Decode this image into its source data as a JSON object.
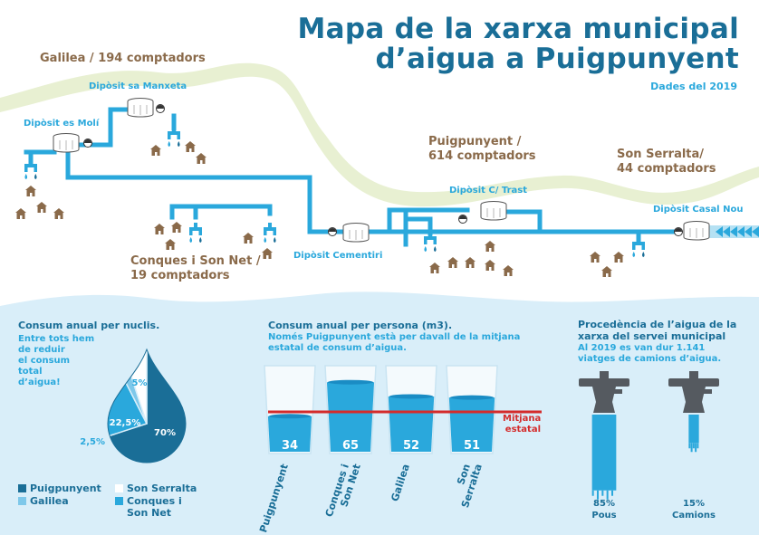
{
  "title": {
    "line1": "Mapa de la xarxa municipal",
    "line2": "d’aigua a Puigpunyent",
    "subtitle": "Dades del 2019"
  },
  "colors": {
    "dark_blue": "#1a6e97",
    "mid_blue": "#2d8fc2",
    "light_blue": "#2aa8dc",
    "pale_blue": "#d9eef9",
    "brown": "#8a6a4a",
    "red": "#d42b2b"
  },
  "map": {
    "areas": {
      "galilea": "Galilea / 194 comptadors",
      "puigpunyent_1": "Puigpunyent /",
      "puigpunyent_2": "614 comptadors",
      "son_serralta_1": "Son Serralta/",
      "son_serralta_2": "44 comptadors",
      "conques_1": "Conques i Son Net /",
      "conques_2": "19 comptadors"
    },
    "tanks": {
      "sa_manxeta": "Dipòsit sa Manxeta",
      "es_moli": "Dipòsit es Molí",
      "c_trast": "Dipòsit C/ Trast",
      "casal_nou": "Dipòsit Casal Nou",
      "cementiri": "Dipòsit Cementiri"
    }
  },
  "consumption_by_town": {
    "title": "Consum anual per nuclis.",
    "subtitle": [
      "Entre tots hem",
      "de reduir",
      "el consum",
      "total",
      "d’aigua!"
    ],
    "chart_data": {
      "type": "pie",
      "categories": [
        "Puigpunyent",
        "Conques i Son Net",
        "Galilea",
        "Son Serralta"
      ],
      "values": [
        70,
        22.5,
        2.5,
        5
      ],
      "labels": [
        "70%",
        "22,5%",
        "2,5%",
        "5%"
      ]
    },
    "legend": {
      "puigpunyent": "Puigpunyent",
      "galilea": "Galilea",
      "son_serralta": "Son Serralta",
      "conques_1": "Conques i",
      "conques_2": "Son Net"
    }
  },
  "consumption_per_person": {
    "title": "Consum anual per persona (m3).",
    "subtitle_1": "Només Puigpunyent està per davall de la mitjana",
    "subtitle_2": "estatal de consum d’aigua.",
    "mean_label_1": "Mitjana",
    "mean_label_2": "estatal",
    "chart_data": {
      "type": "bar",
      "categories": [
        "Puigpunyent",
        "Conques i Son Net",
        "Galilea",
        "Son Serralta"
      ],
      "values": [
        34,
        65,
        52,
        51
      ],
      "xlabels": [
        [
          "Puigpunyent"
        ],
        [
          "Conques i",
          "Son Net"
        ],
        [
          "Galilea"
        ],
        [
          "Son",
          "Serralta"
        ]
      ]
    }
  },
  "water_source": {
    "title_1": "Procedència de l’aigua de la",
    "title_2": "xarxa del servei municipal",
    "subtitle_1": "Al 2019 es van dur 1.141",
    "subtitle_2": "viatges de camions d’aigua.",
    "chart_data": {
      "type": "bar",
      "categories": [
        "Pous",
        "Camions"
      ],
      "values": [
        85,
        15
      ],
      "labels": [
        "85%",
        "15%"
      ]
    }
  }
}
